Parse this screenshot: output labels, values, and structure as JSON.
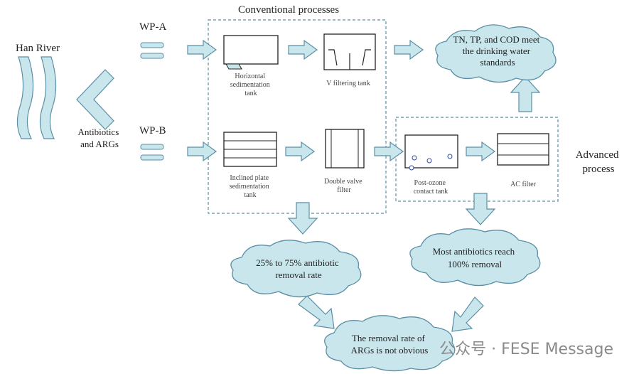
{
  "source": {
    "name": "Han River"
  },
  "plants": {
    "a": "WP-A",
    "b": "WP-B"
  },
  "loop_label": [
    "Antibiotics",
    "and ARGs"
  ],
  "conventional": {
    "title": "Conventional processes",
    "tanks": {
      "horizontal": [
        "Horizontal",
        "sedimentation",
        "tank"
      ],
      "v_filter": [
        "V filtering tank"
      ],
      "inclined": [
        "Inclined plate",
        "sedimentation",
        "tank"
      ],
      "double_valve": [
        "Double valve",
        "filter"
      ]
    }
  },
  "advanced": {
    "title": [
      "Advanced",
      "process"
    ],
    "tanks": {
      "post_ozone": [
        "Post-ozone",
        "contact tank"
      ],
      "ac_filter": [
        "AC filter"
      ]
    }
  },
  "clouds": {
    "standards": [
      "TN, TP, and COD meet",
      "the drinking water",
      "standards"
    ],
    "conventional_result": [
      "25% to 75% antibiotic",
      "removal rate"
    ],
    "advanced_result": [
      "Most antibiotics reach",
      "100% removal"
    ],
    "args_result": [
      "The removal rate of",
      "ARGs is not obvious"
    ]
  },
  "watermark": "公众号 · FESE Message",
  "colors": {
    "fill": "#c8e6ec",
    "stroke": "#5a8fa6",
    "ink": "#222222"
  }
}
